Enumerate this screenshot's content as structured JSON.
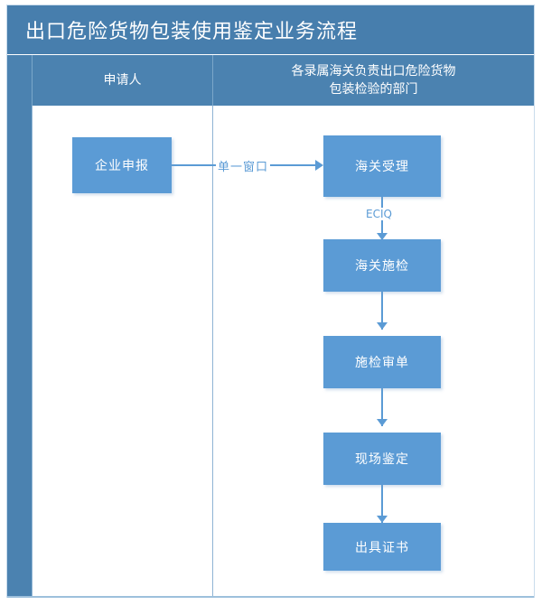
{
  "title": "出口危险货物包装使用鉴定业务流程",
  "colors": {
    "title_band": "#477ead",
    "column_header_band": "#4b82b0",
    "box_fill": "#5b9bd5",
    "connector": "#5b9bd5",
    "frame_border": "#c9dcec",
    "box_text": "#ffffff",
    "label_text": "#5b9bd5"
  },
  "columns": [
    {
      "id": "applicant",
      "label": "申请人"
    },
    {
      "id": "customs-dept",
      "label": "各录属海关负责出口危险货物\n包装检验的部门"
    }
  ],
  "column_header_right_line1": "各录属海关负责出口危险货物",
  "column_header_right_line2": "包装检验的部门",
  "nodes": [
    {
      "id": "enterprise-declaration",
      "label": "企业申报",
      "column": "applicant"
    },
    {
      "id": "customs-acceptance",
      "label": "海关受理",
      "column": "customs-dept"
    },
    {
      "id": "customs-inspection",
      "label": "海关施检",
      "column": "customs-dept"
    },
    {
      "id": "inspection-document-review",
      "label": "施检审单",
      "column": "customs-dept"
    },
    {
      "id": "on-site-appraisal",
      "label": "现场鉴定",
      "column": "customs-dept"
    },
    {
      "id": "issue-certificate",
      "label": "出具证书",
      "column": "customs-dept"
    }
  ],
  "edges": [
    {
      "id": "declaration-to-acceptance",
      "from": "enterprise-declaration",
      "to": "customs-acceptance",
      "label": "单一窗口",
      "direction": "right"
    },
    {
      "id": "acceptance-to-inspection",
      "from": "customs-acceptance",
      "to": "customs-inspection",
      "label": "ECIQ",
      "direction": "down"
    },
    {
      "id": "inspection-to-review",
      "from": "customs-inspection",
      "to": "inspection-document-review",
      "label": "",
      "direction": "down"
    },
    {
      "id": "review-to-appraisal",
      "from": "inspection-document-review",
      "to": "on-site-appraisal",
      "label": "",
      "direction": "down"
    },
    {
      "id": "appraisal-to-certificate",
      "from": "on-site-appraisal",
      "to": "issue-certificate",
      "label": "",
      "direction": "down"
    }
  ]
}
